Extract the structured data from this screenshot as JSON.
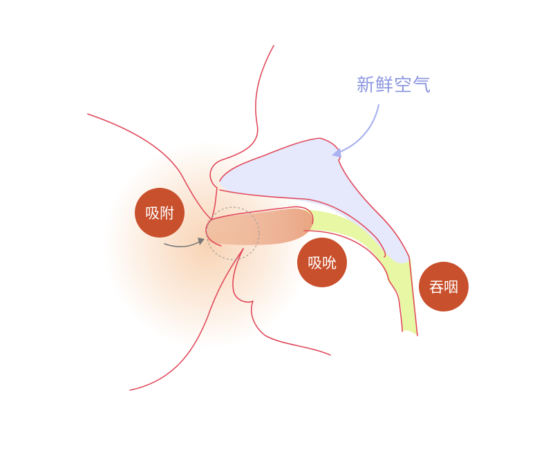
{
  "labels": {
    "fresh_air": "新鲜空气",
    "suction": "吸附",
    "sucking": "吸吮",
    "swallowing": "吞咽"
  },
  "colors": {
    "outline": "#e0485a",
    "badge_fill": "#c9502c",
    "air_text": "#8c97e0",
    "air_arrow": "#aab2f0",
    "airway_fill": "#e6e8fb",
    "throat_fill": "#e8f7a4",
    "nipple_fill": "#eaa684",
    "skin_glow": "#f6c59b",
    "pointer_arrow": "#787878",
    "focus_circle": "#9a9a9a"
  }
}
